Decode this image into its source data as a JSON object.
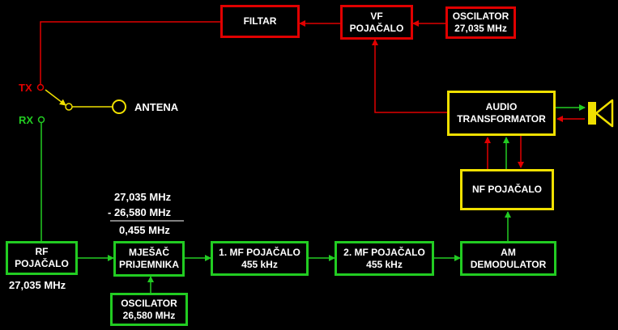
{
  "colors": {
    "tx_path": "#e00000",
    "rx_path": "#22cc22",
    "audio_path": "#f0e000",
    "background": "#000000",
    "text": "#ffffff"
  },
  "tx_chain": {
    "filtar": "FILTAR",
    "vf_pojacalo": [
      "VF",
      "POJAČALO"
    ],
    "oscilator_tx": [
      "OSCILATOR",
      "27,035 MHz"
    ]
  },
  "switch": {
    "tx_label": "TX",
    "rx_label": "RX",
    "antenna_label": "ANTENA"
  },
  "audio": {
    "transformator": [
      "AUDIO",
      "TRANSFORMATOR"
    ],
    "nf_pojacalo": "NF POJAČALO",
    "speaker_icon": "speaker-icon"
  },
  "rx_chain": {
    "rf_pojacalo": [
      "RF",
      "POJAČALO"
    ],
    "rf_freq": "27,035 MHz",
    "mjesac": [
      "MJEŠAČ",
      "PRIJEMNIKA"
    ],
    "oscilator_rx": [
      "OSCILATOR",
      "26,580 MHz"
    ],
    "mf1": [
      "1. MF POJAČALO",
      "455 kHz"
    ],
    "mf2": [
      "2. MF POJAČALO",
      "455 kHz"
    ],
    "am_demodulator": [
      "AM",
      "DEMODULATOR"
    ]
  },
  "calculation": {
    "line1": "27,035 MHz",
    "line2": "- 26,580 MHz",
    "result": "0,455 MHz"
  }
}
